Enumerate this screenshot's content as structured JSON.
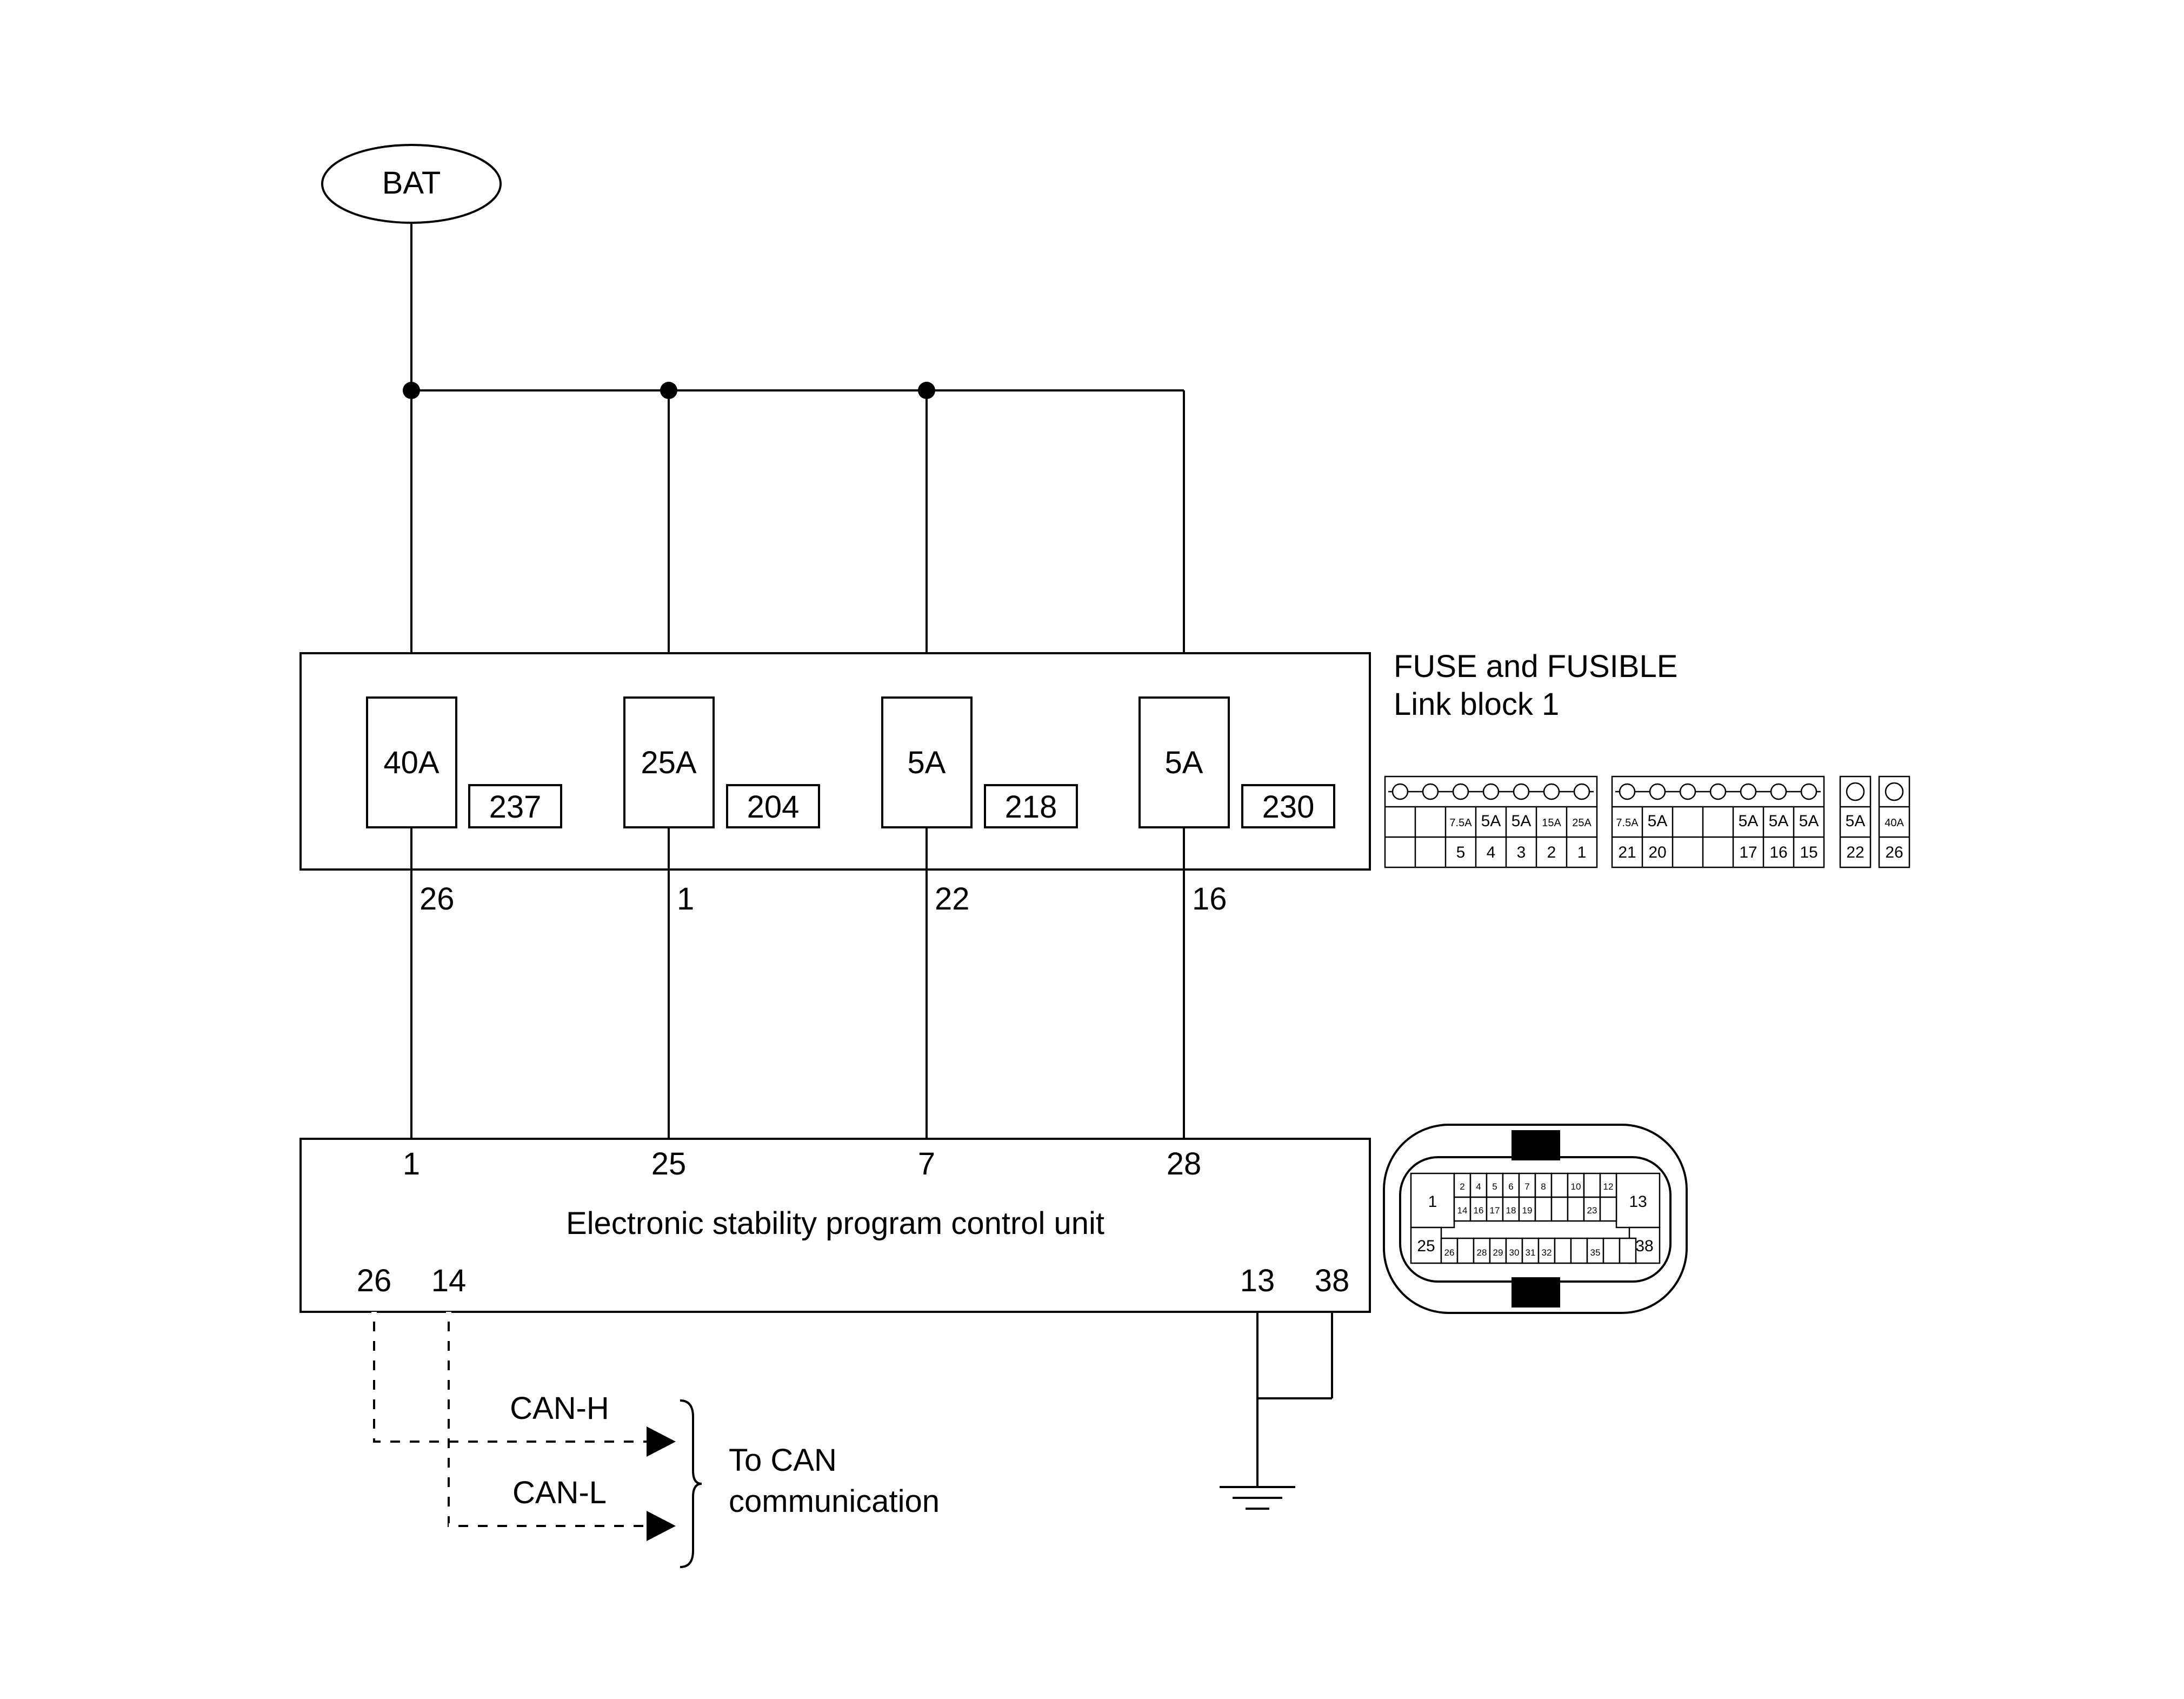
{
  "battery": {
    "label": "BAT"
  },
  "fuse_block": {
    "title_line1": "FUSE and FUSIBLE",
    "title_line2": "Link block 1",
    "fuses": [
      {
        "rating": "40A",
        "fuse_id": "237",
        "out_pin": "26",
        "ecu_pin": "1"
      },
      {
        "rating": "25A",
        "fuse_id": "204",
        "out_pin": "1",
        "ecu_pin": "25"
      },
      {
        "rating": "5A",
        "fuse_id": "218",
        "out_pin": "22",
        "ecu_pin": "7"
      },
      {
        "rating": "5A",
        "fuse_id": "230",
        "out_pin": "16",
        "ecu_pin": "28"
      }
    ]
  },
  "ecu": {
    "label": "Electronic stability program control unit",
    "can_pins": [
      "26",
      "14"
    ],
    "ground_pins": [
      "13",
      "38"
    ]
  },
  "can": {
    "high": "CAN-H",
    "low": "CAN-L",
    "dest_line1": "To CAN",
    "dest_line2": "communication"
  },
  "fuse_block_connector": {
    "group1": {
      "ratings": [
        "",
        "",
        "7.5A",
        "5A",
        "5A",
        "15A",
        "25A"
      ],
      "pins": [
        "",
        "",
        "5",
        "4",
        "3",
        "2",
        "1"
      ]
    },
    "group2": {
      "ratings": [
        "7.5A",
        "5A",
        "",
        "",
        "5A",
        "5A",
        "5A"
      ],
      "pins": [
        "21",
        "20",
        "",
        "",
        "17",
        "16",
        "15"
      ]
    },
    "single1": {
      "rating": "5A",
      "pin": "22"
    },
    "single2": {
      "rating": "40A",
      "pin": "26"
    }
  },
  "ecu_connector": {
    "corner_pins": [
      "1",
      "13",
      "25",
      "38"
    ],
    "row1": [
      "2",
      "4",
      "5",
      "6",
      "7",
      "8",
      "10",
      "12"
    ],
    "row2": [
      "14",
      "16",
      "17",
      "18",
      "19",
      "23"
    ],
    "row3": [
      "26",
      "28",
      "29",
      "30",
      "31",
      "32",
      "35"
    ]
  }
}
